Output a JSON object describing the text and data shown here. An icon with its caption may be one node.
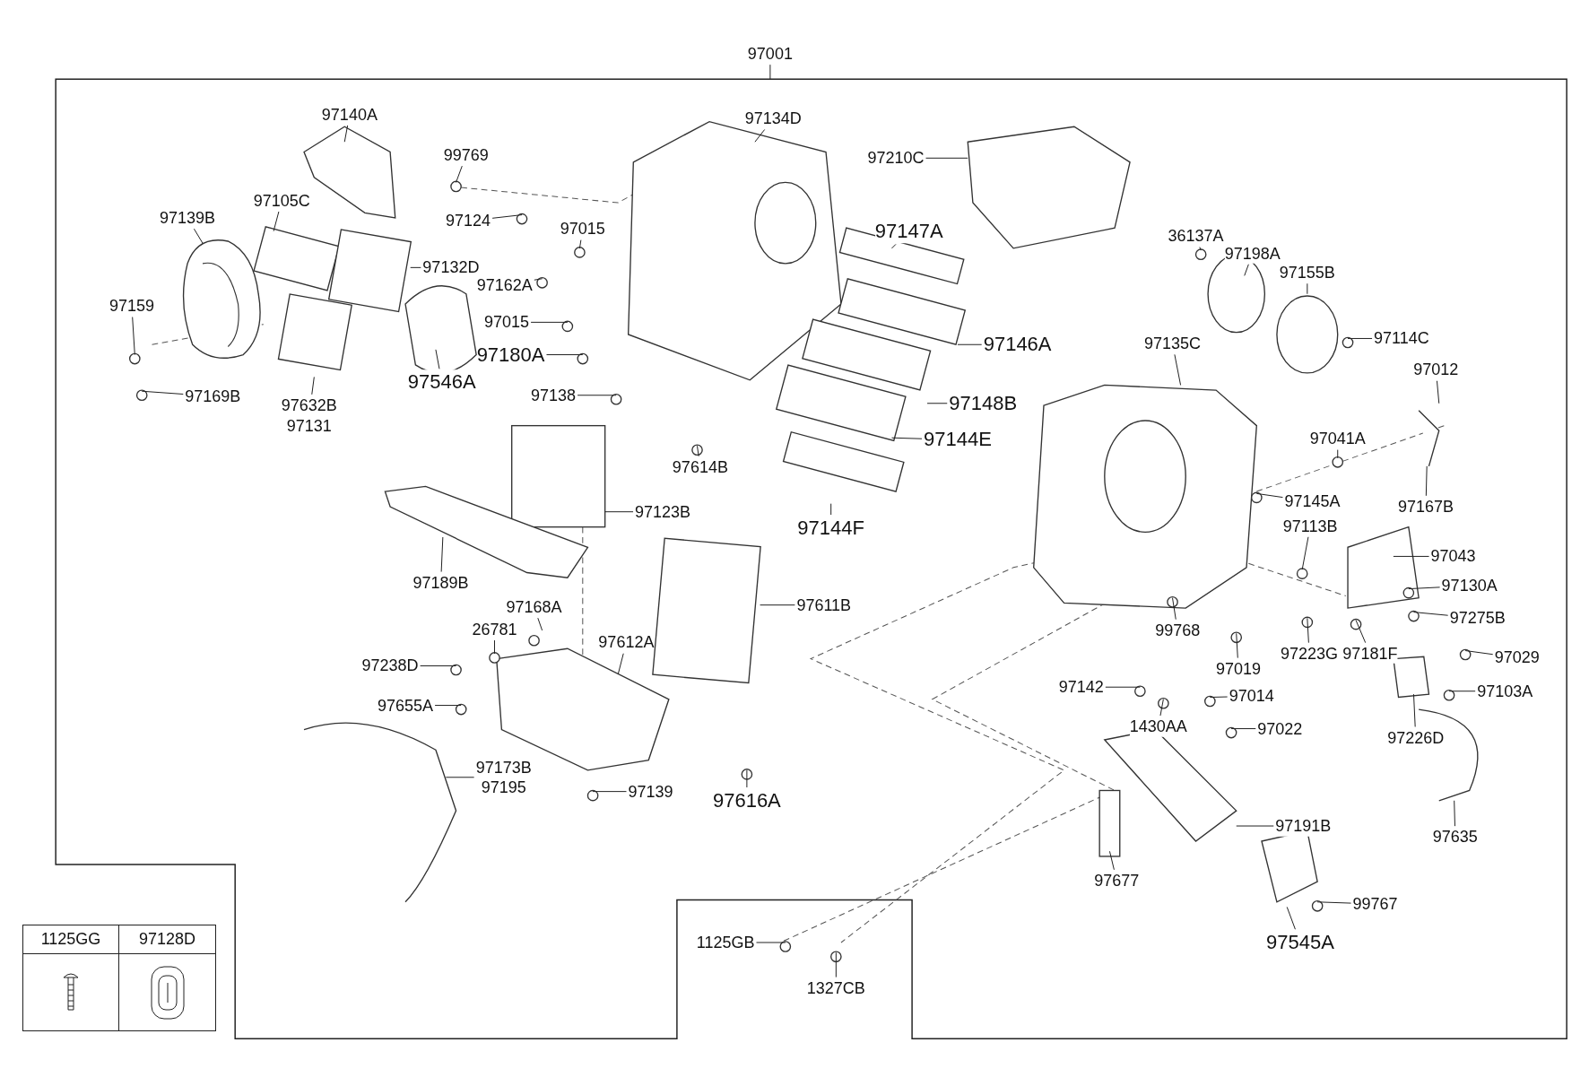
{
  "diagram": {
    "nodes": [
      {
        "text": [
          "97001"
        ]
      },
      {
        "text": [
          "97140A"
        ]
      },
      {
        "text": [
          "99769"
        ]
      },
      {
        "text": [
          "97134D"
        ]
      },
      {
        "text": [
          "97210C"
        ]
      },
      {
        "text": [
          "97105C"
        ]
      },
      {
        "text": [
          "97124"
        ]
      },
      {
        "text": [
          "97015"
        ]
      },
      {
        "text": [
          "97139B"
        ]
      },
      {
        "text": [
          "97132D"
        ]
      },
      {
        "text": [
          "97147A"
        ]
      },
      {
        "text": [
          "36137A"
        ]
      },
      {
        "text": [
          "97198A"
        ]
      },
      {
        "text": [
          "97155B"
        ]
      },
      {
        "text": [
          "97162A"
        ]
      },
      {
        "text": [
          "97159"
        ]
      },
      {
        "text": [
          "97015"
        ]
      },
      {
        "text": [
          "97146A"
        ]
      },
      {
        "text": [
          "97114C"
        ]
      },
      {
        "text": [
          "97135C"
        ]
      },
      {
        "text": [
          "97180A"
        ]
      },
      {
        "text": [
          "97546A"
        ]
      },
      {
        "text": [
          "97138"
        ]
      },
      {
        "text": [
          "97012"
        ]
      },
      {
        "text": [
          "97169B"
        ]
      },
      {
        "text": [
          "97632B",
          "97131"
        ]
      },
      {
        "text": [
          "97148B"
        ]
      },
      {
        "text": [
          "97144E"
        ]
      },
      {
        "text": [
          "97041A"
        ]
      },
      {
        "text": [
          "97614B"
        ]
      },
      {
        "text": [
          "97145A"
        ]
      },
      {
        "text": [
          "97167B"
        ]
      },
      {
        "text": [
          "97123B"
        ]
      },
      {
        "text": [
          "97144F"
        ]
      },
      {
        "text": [
          "97113B"
        ]
      },
      {
        "text": [
          "97043"
        ]
      },
      {
        "text": [
          "97189B"
        ]
      },
      {
        "text": [
          "97611B"
        ]
      },
      {
        "text": [
          "97130A"
        ]
      },
      {
        "text": [
          "97168A"
        ]
      },
      {
        "text": [
          "26781"
        ]
      },
      {
        "text": [
          "97275B"
        ]
      },
      {
        "text": [
          "99768"
        ]
      },
      {
        "text": [
          "97181F"
        ]
      },
      {
        "text": [
          "97612A"
        ]
      },
      {
        "text": [
          "97238D"
        ]
      },
      {
        "text": [
          "97223G"
        ]
      },
      {
        "text": [
          "97019"
        ]
      },
      {
        "text": [
          "97029"
        ]
      },
      {
        "text": [
          "97142"
        ]
      },
      {
        "text": [
          "97014"
        ]
      },
      {
        "text": [
          "97103A"
        ]
      },
      {
        "text": [
          "97655A"
        ]
      },
      {
        "text": [
          "1430AA"
        ]
      },
      {
        "text": [
          "97022"
        ]
      },
      {
        "text": [
          "97226D"
        ]
      },
      {
        "text": [
          "97173B",
          "97195"
        ]
      },
      {
        "text": [
          "97139"
        ]
      },
      {
        "text": [
          "97616A"
        ]
      },
      {
        "text": [
          "97191B"
        ]
      },
      {
        "text": [
          "97635"
        ]
      },
      {
        "text": [
          "97677"
        ]
      },
      {
        "text": [
          "99767"
        ]
      },
      {
        "text": [
          "97545A"
        ]
      },
      {
        "text": [
          "1125GB"
        ]
      },
      {
        "text": [
          "1327CB"
        ]
      }
    ],
    "edges": [
      {
        "from": 0,
        "to": null,
        "arrow": "none"
      },
      {
        "from": 1,
        "to": null,
        "arrow": "none"
      },
      {
        "from": 2,
        "to": null,
        "arrow": "none"
      },
      {
        "from": 3,
        "to": null,
        "arrow": "none"
      },
      {
        "from": 4,
        "to": null,
        "arrow": "none"
      },
      {
        "from": 5,
        "to": null,
        "arrow": "none"
      },
      {
        "from": 6,
        "to": null,
        "arrow": "none"
      },
      {
        "from": 7,
        "to": null,
        "arrow": "none"
      },
      {
        "from": 8,
        "to": null,
        "arrow": "none"
      },
      {
        "from": 9,
        "to": null,
        "arrow": "none"
      },
      {
        "from": 10,
        "to": null,
        "arrow": "none"
      },
      {
        "from": 11,
        "to": null,
        "arrow": "none"
      },
      {
        "from": 12,
        "to": null,
        "arrow": "none"
      },
      {
        "from": 13,
        "to": null,
        "arrow": "none"
      },
      {
        "from": 14,
        "to": null,
        "arrow": "none"
      },
      {
        "from": 15,
        "to": null,
        "arrow": "none"
      },
      {
        "from": 16,
        "to": null,
        "arrow": "none"
      },
      {
        "from": 17,
        "to": null,
        "arrow": "none"
      },
      {
        "from": 18,
        "to": null,
        "arrow": "none"
      },
      {
        "from": 19,
        "to": null,
        "arrow": "none"
      },
      {
        "from": 20,
        "to": null,
        "arrow": "none"
      },
      {
        "from": 21,
        "to": null,
        "arrow": "none"
      },
      {
        "from": 22,
        "to": null,
        "arrow": "none"
      },
      {
        "from": 23,
        "to": null,
        "arrow": "none"
      },
      {
        "from": 24,
        "to": null,
        "arrow": "none"
      },
      {
        "from": 25,
        "to": null,
        "arrow": "none"
      },
      {
        "from": 26,
        "to": null,
        "arrow": "none"
      },
      {
        "from": 27,
        "to": null,
        "arrow": "none"
      },
      {
        "from": 28,
        "to": null,
        "arrow": "none"
      },
      {
        "from": 29,
        "to": null,
        "arrow": "none"
      },
      {
        "from": 30,
        "to": null,
        "arrow": "none"
      },
      {
        "from": 31,
        "to": null,
        "arrow": "none"
      },
      {
        "from": 32,
        "to": null,
        "arrow": "none"
      },
      {
        "from": 33,
        "to": null,
        "arrow": "none"
      },
      {
        "from": 34,
        "to": null,
        "arrow": "none"
      },
      {
        "from": 35,
        "to": null,
        "arrow": "none"
      },
      {
        "from": 36,
        "to": null,
        "arrow": "none"
      },
      {
        "from": 37,
        "to": null,
        "arrow": "none"
      },
      {
        "from": 38,
        "to": null,
        "arrow": "none"
      },
      {
        "from": 39,
        "to": null,
        "arrow": "none"
      },
      {
        "from": 40,
        "to": null,
        "arrow": "none"
      },
      {
        "from": 41,
        "to": null,
        "arrow": "none"
      },
      {
        "from": 42,
        "to": null,
        "arrow": "none"
      },
      {
        "from": 43,
        "to": null,
        "arrow": "none"
      },
      {
        "from": 44,
        "to": null,
        "arrow": "none"
      },
      {
        "from": 45,
        "to": null,
        "arrow": "none"
      },
      {
        "from": 46,
        "to": null,
        "arrow": "none"
      },
      {
        "from": 47,
        "to": null,
        "arrow": "none"
      },
      {
        "from": 48,
        "to": null,
        "arrow": "none"
      },
      {
        "from": 49,
        "to": null,
        "arrow": "none"
      },
      {
        "from": 50,
        "to": null,
        "arrow": "none"
      },
      {
        "from": 51,
        "to": null,
        "arrow": "none"
      },
      {
        "from": 52,
        "to": null,
        "arrow": "none"
      },
      {
        "from": 53,
        "to": null,
        "arrow": "none"
      },
      {
        "from": 54,
        "to": null,
        "arrow": "none"
      },
      {
        "from": 55,
        "to": null,
        "arrow": "none"
      },
      {
        "from": 56,
        "to": null,
        "arrow": "none"
      },
      {
        "from": 57,
        "to": null,
        "arrow": "none"
      },
      {
        "from": 58,
        "to": null,
        "arrow": "none"
      },
      {
        "from": 59,
        "to": null,
        "arrow": "none"
      },
      {
        "from": 60,
        "to": null,
        "arrow": "none"
      },
      {
        "from": 61,
        "to": null,
        "arrow": "none"
      },
      {
        "from": 62,
        "to": null,
        "arrow": "none"
      },
      {
        "from": 63,
        "to": null,
        "arrow": "none"
      },
      {
        "from": 64,
        "to": null,
        "arrow": "none"
      },
      {
        "from": 65,
        "to": null,
        "arrow": "none"
      }
    ],
    "labels": [
      "1125GG",
      "97128D"
    ]
  }
}
